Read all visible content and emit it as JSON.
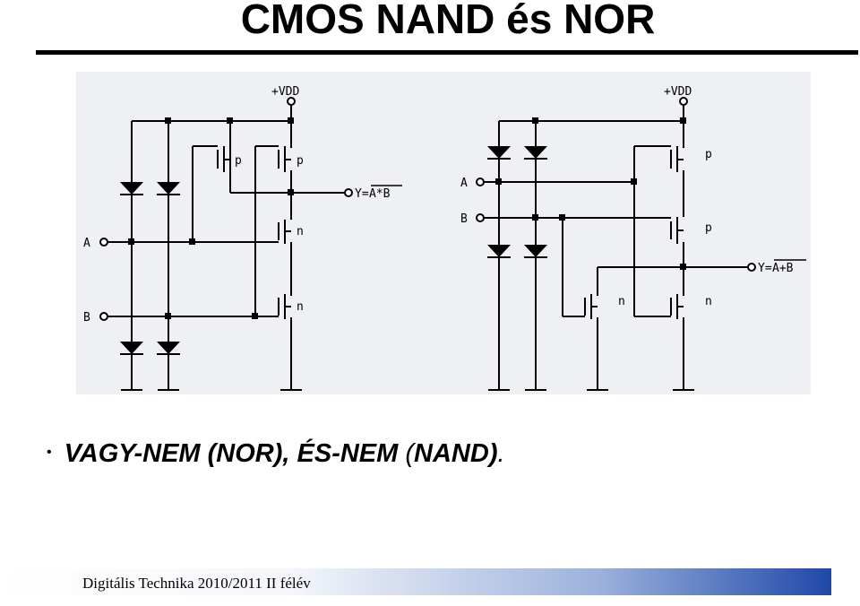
{
  "slide": {
    "title": "CMOS NAND és NOR",
    "bullet": {
      "part1": "VAGY-NEM (NOR), ÉS-NEM ",
      "open_paren": "(",
      "part2": "NAND)",
      "end": "."
    },
    "footer": "Digitális Technika 2010/2011 II félév"
  },
  "nand_circuit": {
    "vdd_label": "+VDD",
    "input_a_label": "A",
    "input_b_label": "B",
    "output_prefix": "Y=",
    "output_expr": "A*B",
    "transistor_labels": [
      "p",
      "p",
      "n",
      "n"
    ]
  },
  "nor_circuit": {
    "vdd_label": "+VDD",
    "input_a_label": "A",
    "input_b_label": "B",
    "output_prefix": "Y=",
    "output_expr": "A+B",
    "transistor_labels": [
      "p",
      "p",
      "n",
      "n"
    ]
  },
  "colors": {
    "footer_accent": "#1f48a8",
    "diagram_bg": "#eef0f4"
  }
}
